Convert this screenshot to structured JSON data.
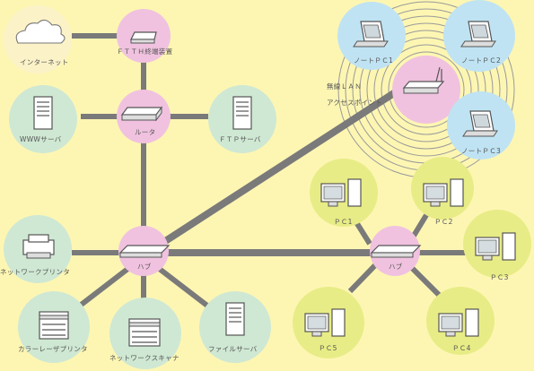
{
  "labels": {
    "internet": "インターネット",
    "ftth": "ＦＴＴＨ終端装置",
    "router": "ルータ",
    "www": "WWWサーバ",
    "ftp": "ＦＴＰサーバ",
    "hub_left": "ハブ",
    "hub_right": "ハブ",
    "printer_net": "ネットワークプリンタ",
    "printer_color": "カラーレーザプリンタ",
    "scanner": "ネットワークスキャナ",
    "fileserver": "ファイルサーバ",
    "wlan_line1": "無線ＬＡＮ",
    "wlan_line2": "アクセスポイント",
    "note1": "ノートＰＣ1",
    "note2": "ノートＰＣ2",
    "note3": "ノートＰＣ3",
    "pc1": "ＰＣ1",
    "pc2": "ＰＣ2",
    "pc3": "ＰＣ3",
    "pc4": "ＰＣ4",
    "pc5": "ＰＣ5"
  },
  "colors": {
    "background": "#fdf6b3",
    "link": "#7a7a7a",
    "server_node": "#cfe8d3",
    "network_node": "#f0c2df",
    "laptop_node": "#bfe3f3",
    "pc_node": "#e8ec86"
  }
}
